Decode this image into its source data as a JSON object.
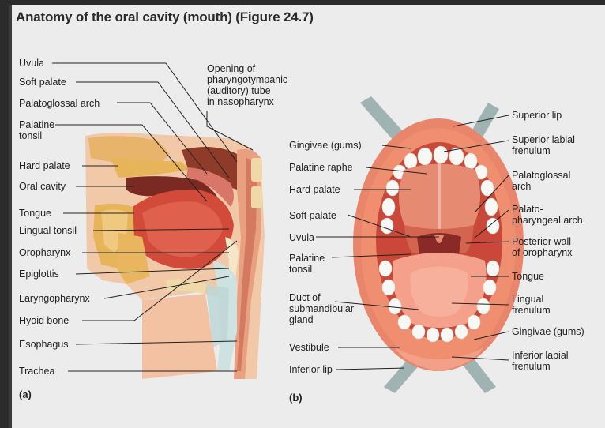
{
  "title": "Anatomy of the oral cavity (mouth) (Figure 24.7)",
  "panel_a": {
    "tag": "(a)",
    "labels": {
      "uvula": "Uvula",
      "soft_palate": "Soft palate",
      "palatoglossal_arch": "Palatoglossal arch",
      "palatine_tonsil": "Palatine\ntonsil",
      "hard_palate": "Hard palate",
      "oral_cavity": "Oral cavity",
      "tongue": "Tongue",
      "lingual_tonsil": "Lingual tonsil",
      "oropharynx": "Oropharynx",
      "epiglottis": "Epiglottis",
      "laryngopharynx": "Laryngopharynx",
      "hyoid_bone": "Hyoid bone",
      "esophagus": "Esophagus",
      "trachea": "Trachea",
      "pharyngotympanic": "Opening of\npharyngotympanic\n(auditory) tube\nin nasopharynx"
    }
  },
  "panel_b": {
    "tag": "(b)",
    "left_labels": {
      "gingivae": "Gingivae (gums)",
      "palatine_raphe": "Palatine raphe",
      "hard_palate": "Hard palate",
      "soft_palate": "Soft palate",
      "uvula": "Uvula",
      "palatine_tonsil": "Palatine\ntonsil",
      "duct": "Duct of\nsubmandibular\ngland",
      "vestibule": "Vestibule",
      "inferior_lip": "Inferior lip"
    },
    "right_labels": {
      "superior_lip": "Superior lip",
      "superior_frenulum": "Superior labial\nfrenulum",
      "palatoglossal_arch": "Palatoglossal\narch",
      "palatopharyngeal_arch": "Palato-\npharyngeal arch",
      "posterior_wall": "Posterior wall\nof oropharynx",
      "tongue": "Tongue",
      "lingual_frenulum": "Lingual\nfrenulum",
      "gingivae": "Gingivae (gums)",
      "inferior_frenulum": "Inferior labial\nfrenulum"
    }
  }
}
